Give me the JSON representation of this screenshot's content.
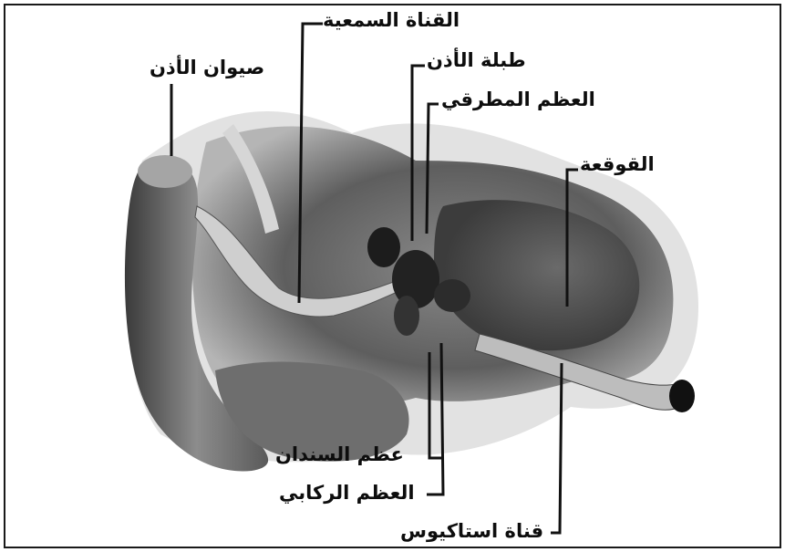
{
  "labels": {
    "auditory_canal": "القناة السمعية",
    "auricle": "صيوان الأذن",
    "eardrum": "طبلة الأذن",
    "malleus": "العظم المطرقي",
    "cochlea": "القوقعة",
    "incus": "عظم السندان",
    "stapes": "العظم الركابي",
    "eustachian_tube": "قناة استاكيوس"
  },
  "colors": {
    "line": "#111111",
    "tissue_dark": "#3a3a3a",
    "tissue_mid": "#7a7a7a",
    "tissue_light": "#c8c8c8"
  }
}
